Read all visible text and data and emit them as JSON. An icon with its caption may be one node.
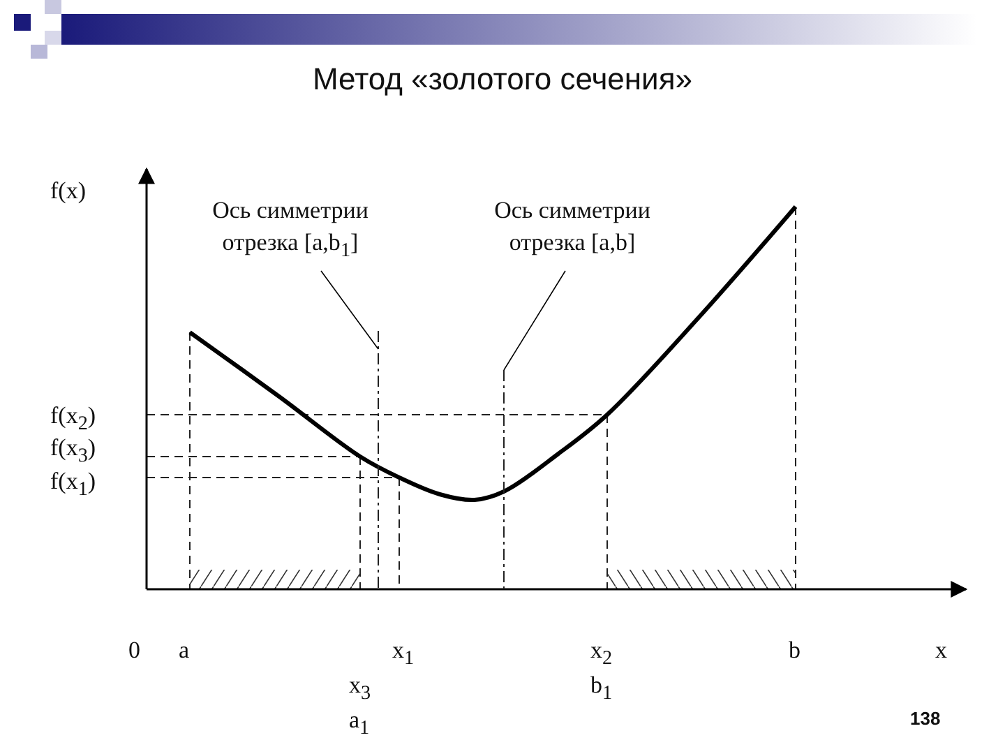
{
  "diagram": {
    "title": "Метод «золотого сечения»",
    "nodes": [
      {
        "text": [
          "Ось симметрии отрезка [a,b$_{1}$]"
        ]
      },
      {
        "text": [],
        "shape": "line"
      },
      {
        "text": [
          "Ось симметрии отрезка [a,b]"
        ]
      },
      {
        "text": [],
        "shape": "line"
      }
    ],
    "edges": [
      {
        "from": 0,
        "to": 1,
        "arrow": "none"
      },
      {
        "from": 2,
        "to": 3,
        "arrow": "none"
      }
    ],
    "labels": [
      "f(x)",
      "f(x$_{2}$)",
      "f(x$_{3}$)",
      "f(x$_{1}$)",
      "0",
      "a",
      "x$_{1}$",
      "x$_{2}$",
      "b",
      "x",
      "x$_{3}$",
      "b$_{1}$",
      "a$_{1}$",
      "138"
    ]
  }
}
